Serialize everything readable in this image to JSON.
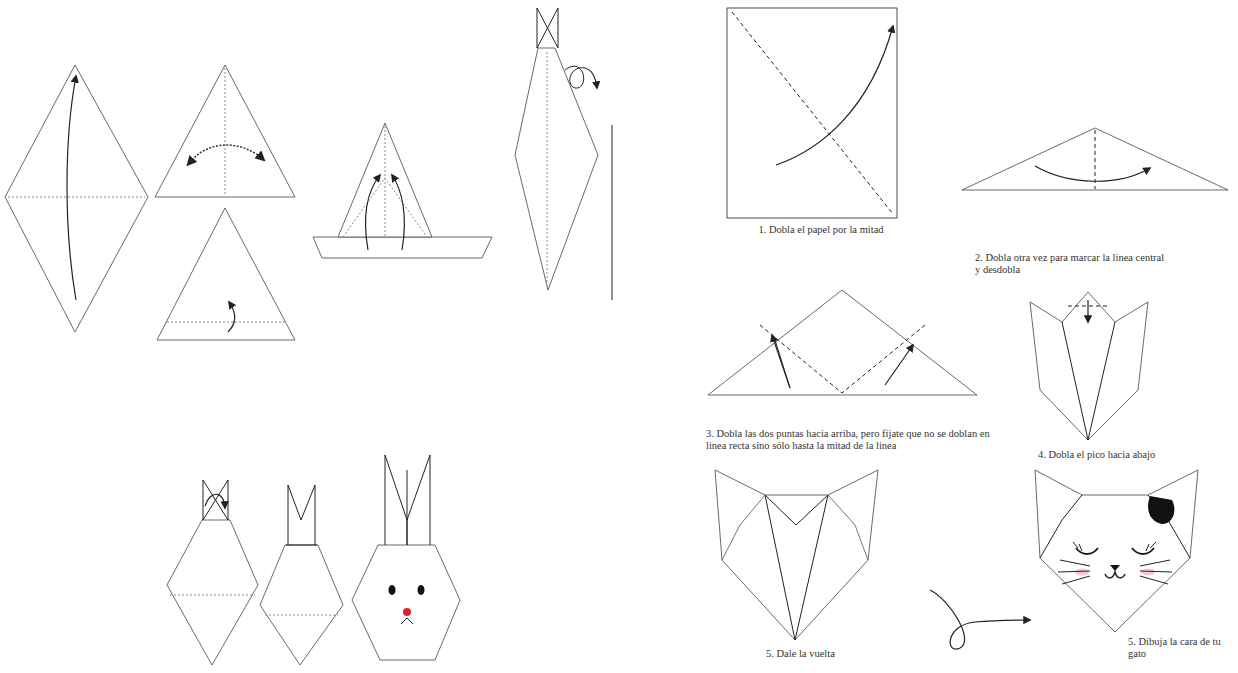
{
  "diagram": {
    "labels": [
      "1. Dobla el papel por la mitad",
      "2. Dobla otra vez para marcar la linea central y desdobla",
      "3. Dobla las dos puntas hacia arriba, pero fijate que no se doblan en linea recta sino sólo hasta la mitad de la linea",
      "4. Dobla el pico hacia abajo",
      "5. Dale la vuelta",
      "5. Dibuja la cara de tu gato"
    ]
  }
}
